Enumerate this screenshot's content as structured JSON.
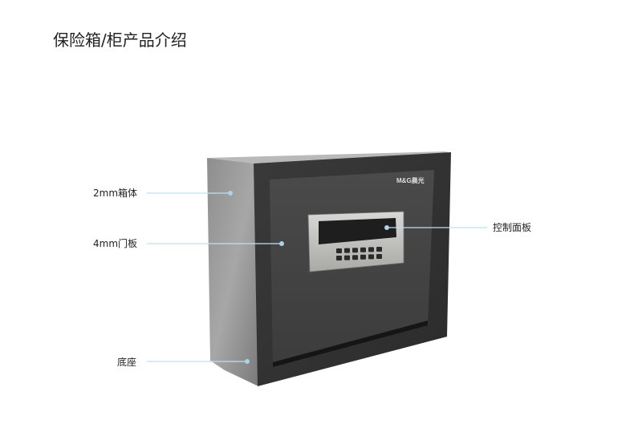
{
  "title": "保险箱/柜产品介绍",
  "callouts": {
    "body": "2mm箱体",
    "door": "4mm门板",
    "base": "底座",
    "panel": "控制面板"
  },
  "logo": "M&G晨光",
  "colors": {
    "line": "#bfe0ef",
    "dot": "#a9d3e8"
  }
}
